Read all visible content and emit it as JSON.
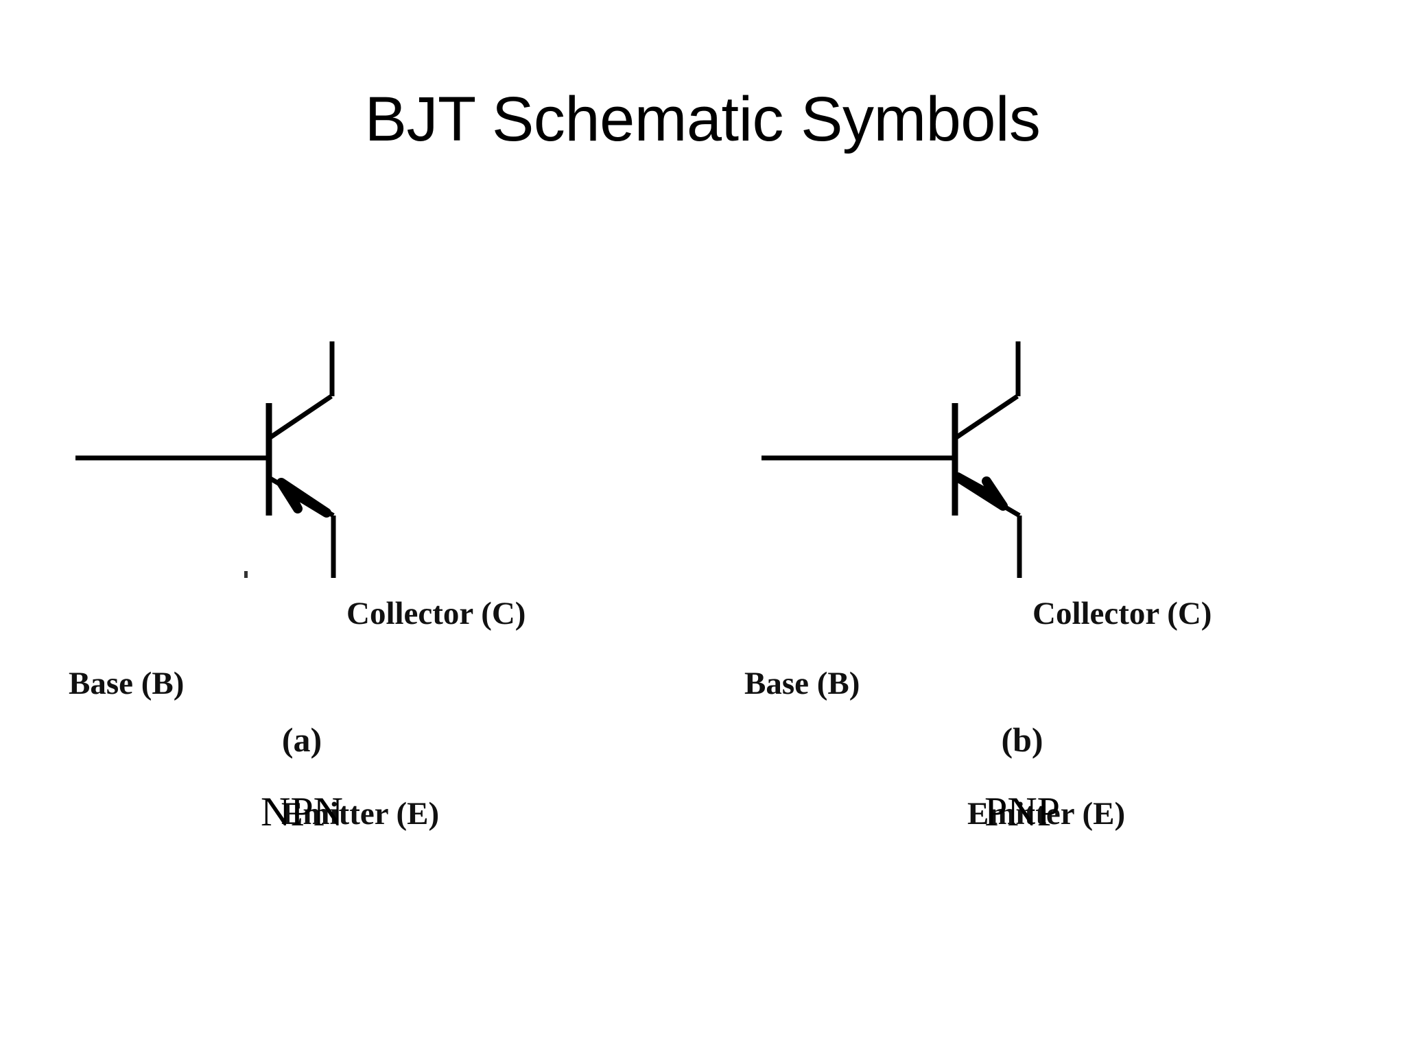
{
  "slide": {
    "title": "BJT Schematic Symbols",
    "background_color": "#ffffff",
    "ink_color": "#000000"
  },
  "figures": [
    {
      "id": "npn",
      "caption_letter": "(a)",
      "caption_type": "NPN",
      "terminals": {
        "collector": "Collector (C)",
        "base": "Base (B)",
        "emitter": "Emitter (E)"
      },
      "emitter_arrow_direction": "outward-away-from-base"
    },
    {
      "id": "pnp",
      "caption_letter": "(b)",
      "caption_type": "PNP",
      "terminals": {
        "collector": "Collector (C)",
        "base": "Base (B)",
        "emitter": "Emitter (E)"
      },
      "emitter_arrow_direction": "inward-toward-base"
    }
  ]
}
